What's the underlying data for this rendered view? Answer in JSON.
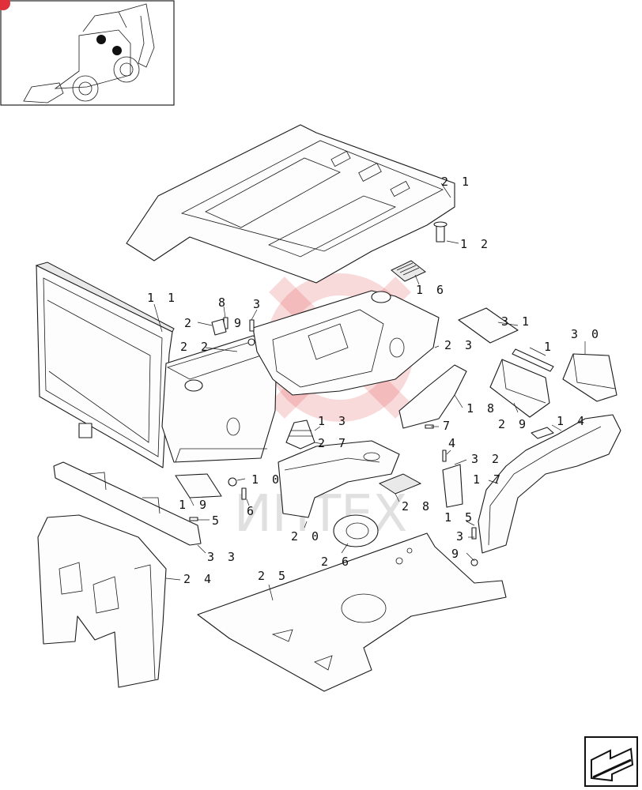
{
  "callouts": [
    {
      "id": "c21",
      "label": "2 1"
    },
    {
      "id": "c12",
      "label": "1 2"
    },
    {
      "id": "c16",
      "label": "1 6"
    },
    {
      "id": "c11",
      "label": "1 1"
    },
    {
      "id": "c8",
      "label": "8"
    },
    {
      "id": "c3a",
      "label": "3"
    },
    {
      "id": "c2a",
      "label": "2"
    },
    {
      "id": "c9a",
      "label": "9"
    },
    {
      "id": "c22",
      "label": "2 2"
    },
    {
      "id": "c31",
      "label": "3 1"
    },
    {
      "id": "c1",
      "label": "1"
    },
    {
      "id": "c30",
      "label": "3 0"
    },
    {
      "id": "c23",
      "label": "2 3"
    },
    {
      "id": "c29",
      "label": "2 9"
    },
    {
      "id": "c18",
      "label": "1 8"
    },
    {
      "id": "c14",
      "label": "1 4"
    },
    {
      "id": "c13",
      "label": "1 3"
    },
    {
      "id": "c7",
      "label": "7"
    },
    {
      "id": "c27",
      "label": "2 7"
    },
    {
      "id": "c4",
      "label": "4"
    },
    {
      "id": "c32",
      "label": "3 2"
    },
    {
      "id": "c10",
      "label": "1 0"
    },
    {
      "id": "c17",
      "label": "1 7"
    },
    {
      "id": "c19",
      "label": "1 9"
    },
    {
      "id": "c6",
      "label": "6"
    },
    {
      "id": "c28",
      "label": "2 8"
    },
    {
      "id": "c5",
      "label": "5"
    },
    {
      "id": "c15",
      "label": "1 5"
    },
    {
      "id": "c20",
      "label": "2 0"
    },
    {
      "id": "c3b",
      "label": "3"
    },
    {
      "id": "c33",
      "label": "3 3"
    },
    {
      "id": "c26",
      "label": "2 6"
    },
    {
      "id": "c9b",
      "label": "9"
    },
    {
      "id": "c25",
      "label": "2 5"
    },
    {
      "id": "c24",
      "label": "2 4"
    }
  ],
  "watermark": "ИНТЕХ",
  "colors": {
    "line": "#1a1a1a",
    "watermark": "#e0303a",
    "badge": "#e0303a"
  },
  "icons": {
    "thumbnail": "backhoe-loader-thumbnail",
    "nav": "next-page-arrow-icon"
  }
}
